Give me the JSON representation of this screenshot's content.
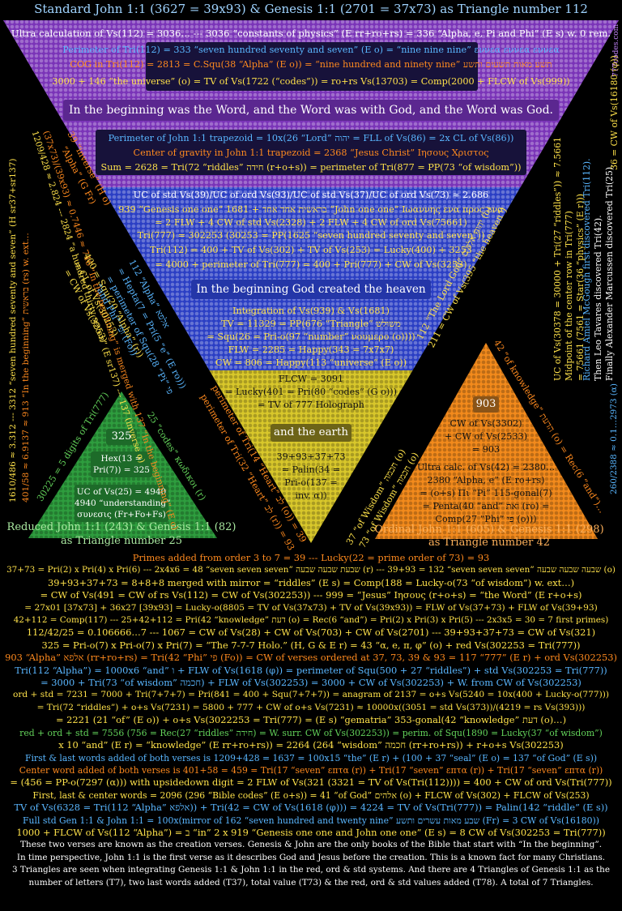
{
  "title": "Standard John 1:1 (3627 = 39x93) & Genesis 1:1 (2701 = 37x73) as Triangle number 112",
  "site": "777codes.com",
  "main_triangle": {
    "purple_lines": [
      "Ultra calculation of Vs(112) = 3036… --- 3036 “constants of physics” (E rr+ro+rs) = 336 “Alpha, e, Pi and Phi” (E s) w. 0 rem.",
      "Perimeter of Tri(112) = 333 “seven hundred seventy and seven” (E o) = “nine nine nine” εννεα εννεα εννεα",
      "COG in Tri(112) = 2813 = C.Squ(38 “Alpha” (E o)) = “nine hundred and ninety nine” תשע מאות תשעים ותשע",
      "3000 + 146 “the universe” (o) = TV of Vs(1722 (“codes”)) = ro+rs Vs(13703) = Comp(2000 + FLCW of Vs(999))"
    ],
    "john_phrase": "In the beginning was the Word, and the Word was with God, and the Word was God.",
    "trapezoid_lines": [
      "Perimeter of John 1:1 trapezoid = 10x(26 “Lord” יהוה = FLL of Vs(86) = 2x CL of Vs(86))",
      "Center of gravity in John 1:1 trapezoid = 2368 “Jesus Christ” Ιησους Χριστος",
      "Sum = 2628 = Tri(72 “riddles” חידה (r+o+s)) = perimeter of Tri(877 = PP(73 “of wisdom”))"
    ],
    "blue_lines": [
      "UC of std Vs(39)/UC of ord Vs(93)/UC of std Vs(37)/UC of ord Vs(73) ≈ 2.686",
      "939 “Genesis one one” בראשית אחד אחד + 1681 “John one one” Ιωαννης ενα προς ενα",
      "= 2 FLW + 4 CW of std Vs(2328) + 2 FLW + 4 CW of ord Vs(75661)",
      "Tri(777) = 302253 (30253 = PP(1625 “seven hundred seventy and seven”))",
      "Tri(112) = 400 + TV of Vs(302) + TV of Vs(253) = Lucky(400) + 3253",
      "= 4000 + perimeter of Tri(777) = 400 + Pri(777) + CW of Vs(3253)"
    ],
    "genesis_phrase": "In the beginning God created the heaven",
    "integration_lines": [
      "Integration of Vs(939) & Vs(1681)",
      "TV = 11329 = PP(676 “Triangle” משולש",
      "= Squ(26 = Pri-o(97 “number” νουμερο (o))))",
      "FLW = 2285 = Happy(343 = 7x7x7)",
      "CW = 806 = Happy(113 “universe” (E o))"
    ],
    "yellow_lines": [
      "FLCW = 3091",
      "= Lucky(401 = Pri(80 “codes” (G o)))",
      "= TV of 777 Holograph"
    ],
    "earth_phrase": "and the earth",
    "tip_lines": [
      "39+93+37+73",
      "= Palin(34 =",
      "Pri-o(137 =",
      "inv. α))"
    ]
  },
  "left_triangle": {
    "number": "325",
    "hex_lines": [
      "Hex(13 =",
      "Pri(7)) = 325"
    ],
    "uc_lines": [
      "UC of Vs(25) = 4940",
      "4940 “understanding”",
      "συνεσις (Fr+Fo+Fs)"
    ],
    "caption_line1": "Reduced John 1:1 (243) & Genesis 1:1 (82)",
    "caption_line2": "as Triangle number 25"
  },
  "right_triangle": {
    "number": "903",
    "cw_lines": [
      "CW of Vs(3302)",
      "+ CW of Vs(2533)",
      "= 903"
    ],
    "ultra_lines": [
      "Ultra calc. of Vs(42) = 2380…",
      "2380 “Alpha, e” (E ro+rs)",
      "= (o+s) Πι “Pi” 115-gonal(7)",
      "= Penta(40 “and” ואת (ro) =",
      "Comp(27 “Phi” פי (o)))"
    ],
    "caption_line1": "Ordinal John 1:1 (605) & Genesis 1:1 (298)",
    "caption_line2": "as Triangle number 42"
  },
  "vertical_texts": {
    "far_left_1": "1610/486 ≈ 3.312 --- 3312 “seven hundred seventy and seven” (H sr37+sr137)",
    "far_left_2": "401/58 ≈ 6.9137 ≈ 913 “In the beginning” בראשית (rs) w. ext…",
    "far_left_3": "1209/428 ≈ 2.824 --- 2824 “a hundred thirty seven” (E sr137) --- 137 (inverse α)",
    "far_left_4": "(37x73)/(39x93) ≈ 0.7446 ≈ 746 “In the beginning” is merged with 137 “In the beginning” (E o)",
    "left_diag_1": "39 “inverse” (H o)",
    "left_diag_2": "“Alpha” (G Fr)",
    "left_diag_3": "400 = Squ(20 “Alpha” (r))",
    "left_diag_4": "= CL of Vs(30253)",
    "left_diag_5": "= CW of Vs(3253)",
    "left_diag_6": "112 “Alpha” אלפא",
    "left_diag_7": "= Hepta(7 = Pri(5 “e” (E ro)))",
    "left_diag_8": "= perimeter of Squ(28 “Pi” פי",
    "left_diag_9": "“and Phi” ופי (Fo))",
    "left_tri_side": "30225 = 5 digits of Tri(777)",
    "left_tri_side2": "25 “codes” κωδικοι (r)",
    "bottom_left_1": "perimeter of Tri(14 “Heart” לב (o)) = 39",
    "bottom_left_2": "perimeter of Tri(32 “Heart” לב (r)) = 93",
    "bottom_right_1": "37 “of Wisdom” חכמה (o)",
    "bottom_right_2": "73 “of Wisdom” חכמה (o)",
    "right_diag_1": "112 “The Lord God” יהוה אלהים (o)",
    "right_diag_2": "211 = CW of Vs(395 “the heaven”)",
    "right_tri_side": "42 “of knowledge” הדעת (o) = Rec(6 “and”)…",
    "right_col_1": "UC of Vs(30378 = 30000 + Tri(27 “riddles”)) ≈ 7.5661",
    "right_col_2": "Midpoint of the center row in Tri(777)",
    "right_col_3": "= 75661 (7561 = Star(36 “physics” (E r)))",
    "right_col_4": "Richard Amiel McGough first discovered Tri(112).",
    "right_col_5": "Then Leo Tavares discovered Tri(42).",
    "right_col_6": "Finally Alexander Marcussen discovered Tri(25).",
    "right_col_7": "36 = CW of Vs(16180 (φ))",
    "right_col_8": "260/2388 ≈ 0.1…2973 (α)"
  },
  "bottom_lines": [
    "Primes added from order 3 to 7 = 39 --- Lucky(22 = prime order of 73) = 93",
    "37+73 = Pri(2) x Pri(4) x Pri(6) --- 2x4x6 = 48 “seven seven seven” שבעת שבעה שבעה (r) --- 39+93 = 132 “seven seven seven” שבעה שבעה שבעה (o)",
    "39+93+37+73 = 8+8+8 merged with mirror = “riddles” (E s) = Comp(188 = Lucky-o(73 “of wisdom”) w. ext…)",
    "= CW of Vs(491 = CW of rs Vs(112) = CW of Vs(302253)) --- 999 = “Jesus” Ιησους (r+o+s) = “the Word” (E r+o+s)",
    "= 27x01 [37x73] + 36x27 [39x93] = Lucky-o(8805 = TV of Vs(37x73) + TV of Vs(39x93)) = FLW of Vs(37+73) + FLW of Vs(39+93)",
    "42+112 = Comp(117) --- 25+42+112 = Pri(42 “knowledge” דעת (o) = Rec(6 “and”) = Pri(2) x Pri(3) x Pri(5) --- 2x3x5 = 30 = 7 first primes)",
    "112/42/25 = 0.106666…7 --- 1067 = CW of Vs(28) + CW of Vs(703) + CW of Vs(2701) --- 39+93+37+73 = CW of Vs(321)",
    "325 = Pri-o(7) x Pri-o(7) x Pri(7) = “The 7-7-7 Holo.” (H, G & E r) = 43 “α, e, π, φ” (o) + red Vs(302253 = Tri(777))",
    "903 “Alpha” אלפא (rr+ro+rs) = Tri(42 “Phi” פי (Fo)) = CW of verses ordered at 37, 73, 39 & 93 = 117 “777” (E r) + ord Vs(302253)",
    "Tri(112 “Alpha”) = 1000x6 “and” ו + FLW of Vs(1618 (φ)) = perimeter of Squ(500 + 27 “riddles”) + std Vs(302253 = Tri(777))",
    "= 3000 + Tri(73 “of wisdom” חכמה) + FLW of Vs(302253) = 3000 + CW of Vs(302253) + W. from CW of Vs(302253)",
    "ord + std = 7231 = 7000 + Tri(7+7+7) = Pri(841 = 400 + Squ(7+7+7)) = anagram of 2137 = o+s Vs(5240 = 10x(400 + Lucky-o(777)))",
    "= Tri(72 “riddles”) + o+s Vs(7231) = 5800 + 777 + CW of o+s Vs(7231) ≈ 10000x((3051 = std Vs(373))/(4219 = rs Vs(393)))",
    "= 2221 (21 “of” (E o)) + o+s Vs(3022253 = Tri(777) = (E s) “gematria” 353-gonal(42 “knowledge” דעת (o)…)",
    "red + ord + std = 7556 (756 = Rec(27 “riddles” חידה) = W. surr. CW of Vs(302253)) = perim. of Squ(1890 = Lucky(37 “of wisdom”)",
    "x 10 “and” (E r) = “knowledge” (E rr+ro+rs)) = 2264 (264 “wisdom” חכמה (rr+ro+rs)) + r+o+s Vs(302253)",
    "First & last words added of both verses is 1209+428 = 1637 = 100x15 “the” (E r) + (100 + 37 “seal” (E o) = 137 “of God” (E s))",
    "Center word added of both verses is 401+58 = 459 = Tri(17 “seven” επτα (r)) + Tri(17 “seven” επτα (r)) + Tri(17 “seven” επτα (r))",
    "= (456 = PP-o(7297 (α))) with upsidedown digit = 2 FLW of Vs(321 (3321 = TV of Vs(Tri(112)))) = 400 + CW of ord Vs(Tri(777))",
    "First, last & center words = 2096 (296 “Bible codes” (E o+s)) = 41 “of God” אלהים (o) + FLCW of Vs(302) + FLCW of Vs(253)",
    "TV of Vs(6328 = Tri(112 “Alpha” אלפא)) + Tri(42 = CW of Vs(1618 (φ))) = 4224 = TV of Vs(Tri(777)) = Palin(142 “riddle” (E s))",
    "Full std Gen 1:1 & John 1:1 = 100x(mirror of 162 “seven hundred and twenty nine” שבע מאות עשרים ותשע (Fr) = 3 CW of Vs(16180))",
    "1000 + FLCW of Vs(112 “Alpha”) = ב “in” 2 x 919 “Genesis one one and John one one” (E s) = 8 CW of Vs(302253 = Tri(777))",
    "These two verses are known as the creation verses. Genesis & John are the only books of the Bible that start with “In the beginning”.",
    "In time perspective, John 1:1 is the first verse as it describes God and Jesus before the creation. This is a known fact for many Christians.",
    "3 Triangles are seen when integrating Genesis 1:1 & John 1:1 in the red, ord & std systems. And there are 4 Triangles of Genesis 1:1 as the",
    "number of letters (T7), two last words added (T37), total value (T73) & the red, ord & std values added (T78). A total of 7 Triangles."
  ],
  "colors": {
    "purple": "#7a34b8",
    "blue": "#2b3fc4",
    "yellow": "#d8c72b",
    "green": "#2e9d3e",
    "orange": "#f28a1c",
    "title": "#9fd3ff"
  }
}
